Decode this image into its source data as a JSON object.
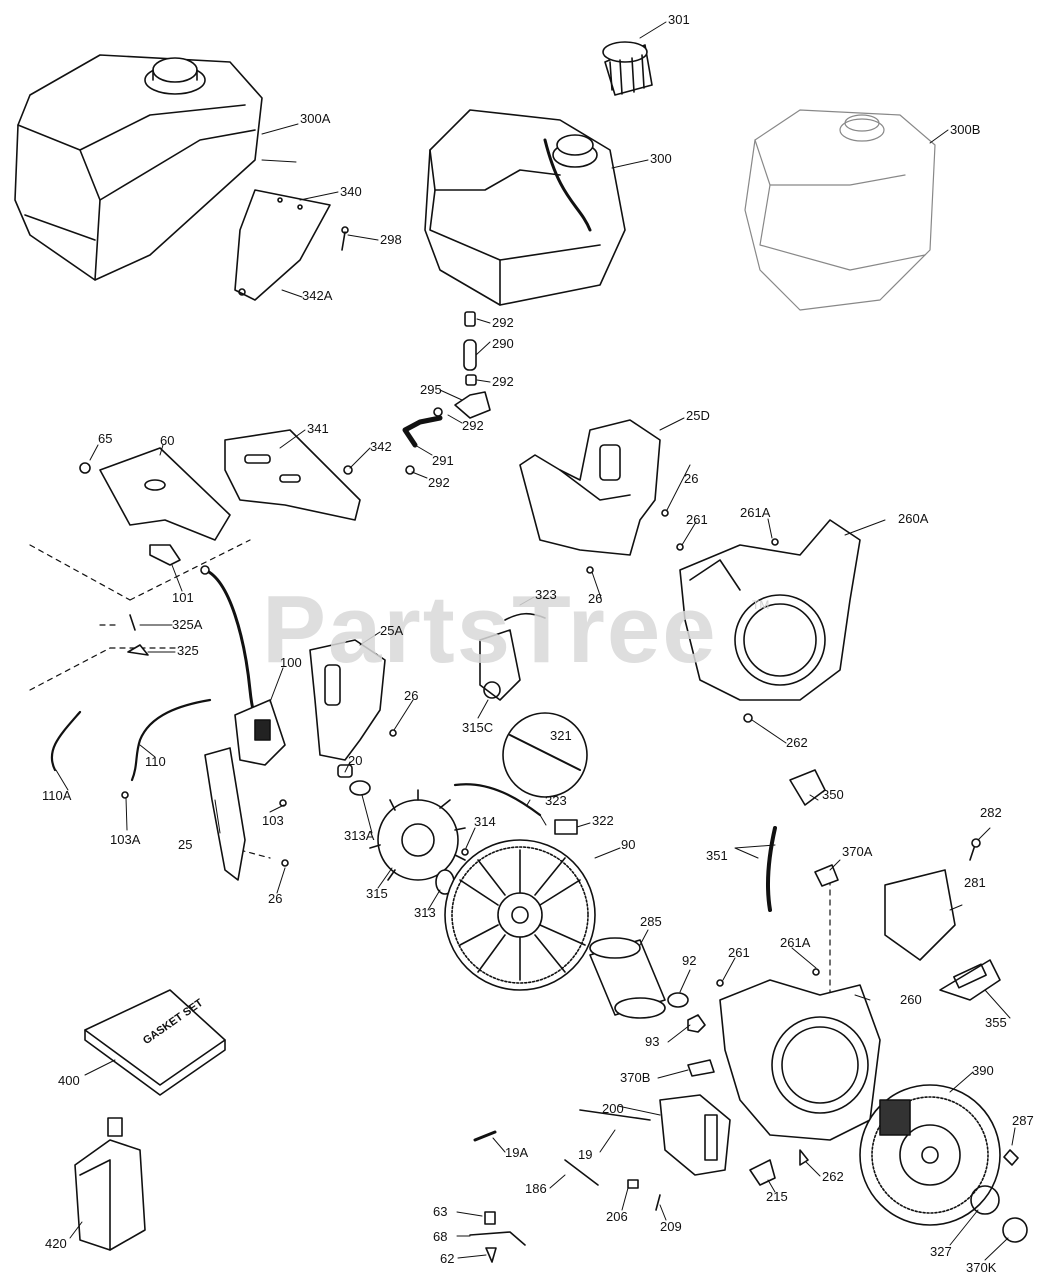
{
  "watermark": {
    "text": "PartsTree",
    "tm": "TM"
  },
  "kit_text": {
    "gasket": "GASKET SET"
  },
  "labels": {
    "l301": "301",
    "l300A": "300A",
    "l300": "300",
    "l300B": "300B",
    "l340": "340",
    "l298": "298",
    "l342A": "342A",
    "l292a": "292",
    "l290": "290",
    "l292b": "292",
    "l295": "295",
    "l292c": "292",
    "l291": "291",
    "l292d": "292",
    "l341": "341",
    "l342": "342",
    "l65": "65",
    "l60": "60",
    "l25D": "25D",
    "l26a": "26",
    "l261a": "261",
    "l261A_a": "261A",
    "l260A": "260A",
    "l101": "101",
    "l26b": "26",
    "l323a": "323",
    "l325A": "325A",
    "l325": "325",
    "l25A": "25A",
    "l100": "100",
    "l26c": "26",
    "l315C": "315C",
    "l262a": "262",
    "l110": "110",
    "l110A": "110A",
    "l103": "103",
    "l103A": "103A",
    "l321": "321",
    "l20": "20",
    "l313A": "313A",
    "l323b": "323",
    "l322": "322",
    "l314": "314",
    "l90": "90",
    "l350": "350",
    "l282": "282",
    "l25": "25",
    "l26d": "26",
    "l315": "315",
    "l313": "313",
    "l351": "351",
    "l370A": "370A",
    "l281": "281",
    "l285": "285",
    "l92": "92",
    "l261b": "261",
    "l261A_b": "261A",
    "l260": "260",
    "l355": "355",
    "l93": "93",
    "l400": "400",
    "l370B": "370B",
    "l390": "390",
    "l200": "200",
    "l287": "287",
    "l19A": "19A",
    "l19": "19",
    "l186": "186",
    "l206": "206",
    "l209": "209",
    "l215": "215",
    "l262b": "262",
    "l63": "63",
    "l68": "68",
    "l62": "62",
    "l420": "420",
    "l327": "327",
    "l370K": "370K"
  }
}
